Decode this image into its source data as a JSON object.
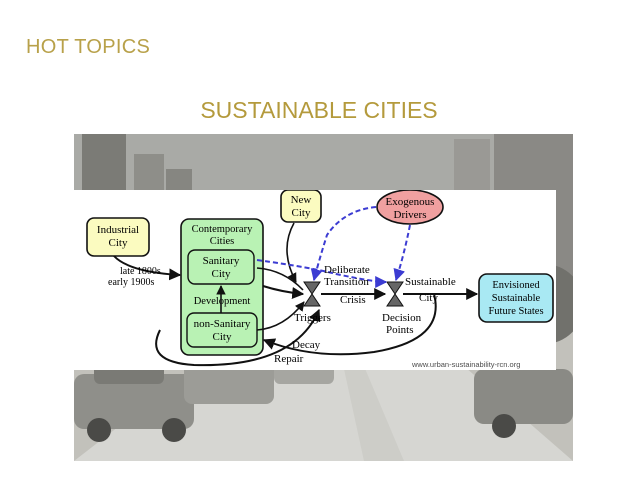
{
  "header": {
    "hot_topics": "HOT TOPICS",
    "title": "SUSTAINABLE CITIES"
  },
  "diagram": {
    "industrial_city": [
      "Industrial",
      "City"
    ],
    "contemporary_cities": [
      "Contemporary",
      "Cities"
    ],
    "sanitary_city": [
      "Sanitary",
      "City"
    ],
    "development": "Development",
    "non_sanitary_city": [
      "non-Sanitary",
      "City"
    ],
    "new_city": [
      "New",
      "City"
    ],
    "exogenous_drivers": [
      "Exogenous",
      "Drivers"
    ],
    "late_1800s": "late 1800s",
    "early_1900s": "early 1900s",
    "deliberate_transition": [
      "Deliberate",
      "Transition"
    ],
    "crisis": "Crisis",
    "sustainable_city": [
      "Sustainable",
      "City"
    ],
    "envisioned": [
      "Envisioned",
      "Sustainable",
      "Future States"
    ],
    "triggers": "Triggers",
    "decision_points": [
      "Decision",
      "Points"
    ],
    "decay": "Decay",
    "repair": "Repair",
    "colors": {
      "green_box": "#b9f2b4",
      "red_oval": "#f0a0a0",
      "yellow_box": "#fbfbc0",
      "blue_box": "#a9e9f3",
      "dashed_arrow": "#3c3cd2"
    }
  },
  "credit": "www.urban-sustainability-rcn.org"
}
